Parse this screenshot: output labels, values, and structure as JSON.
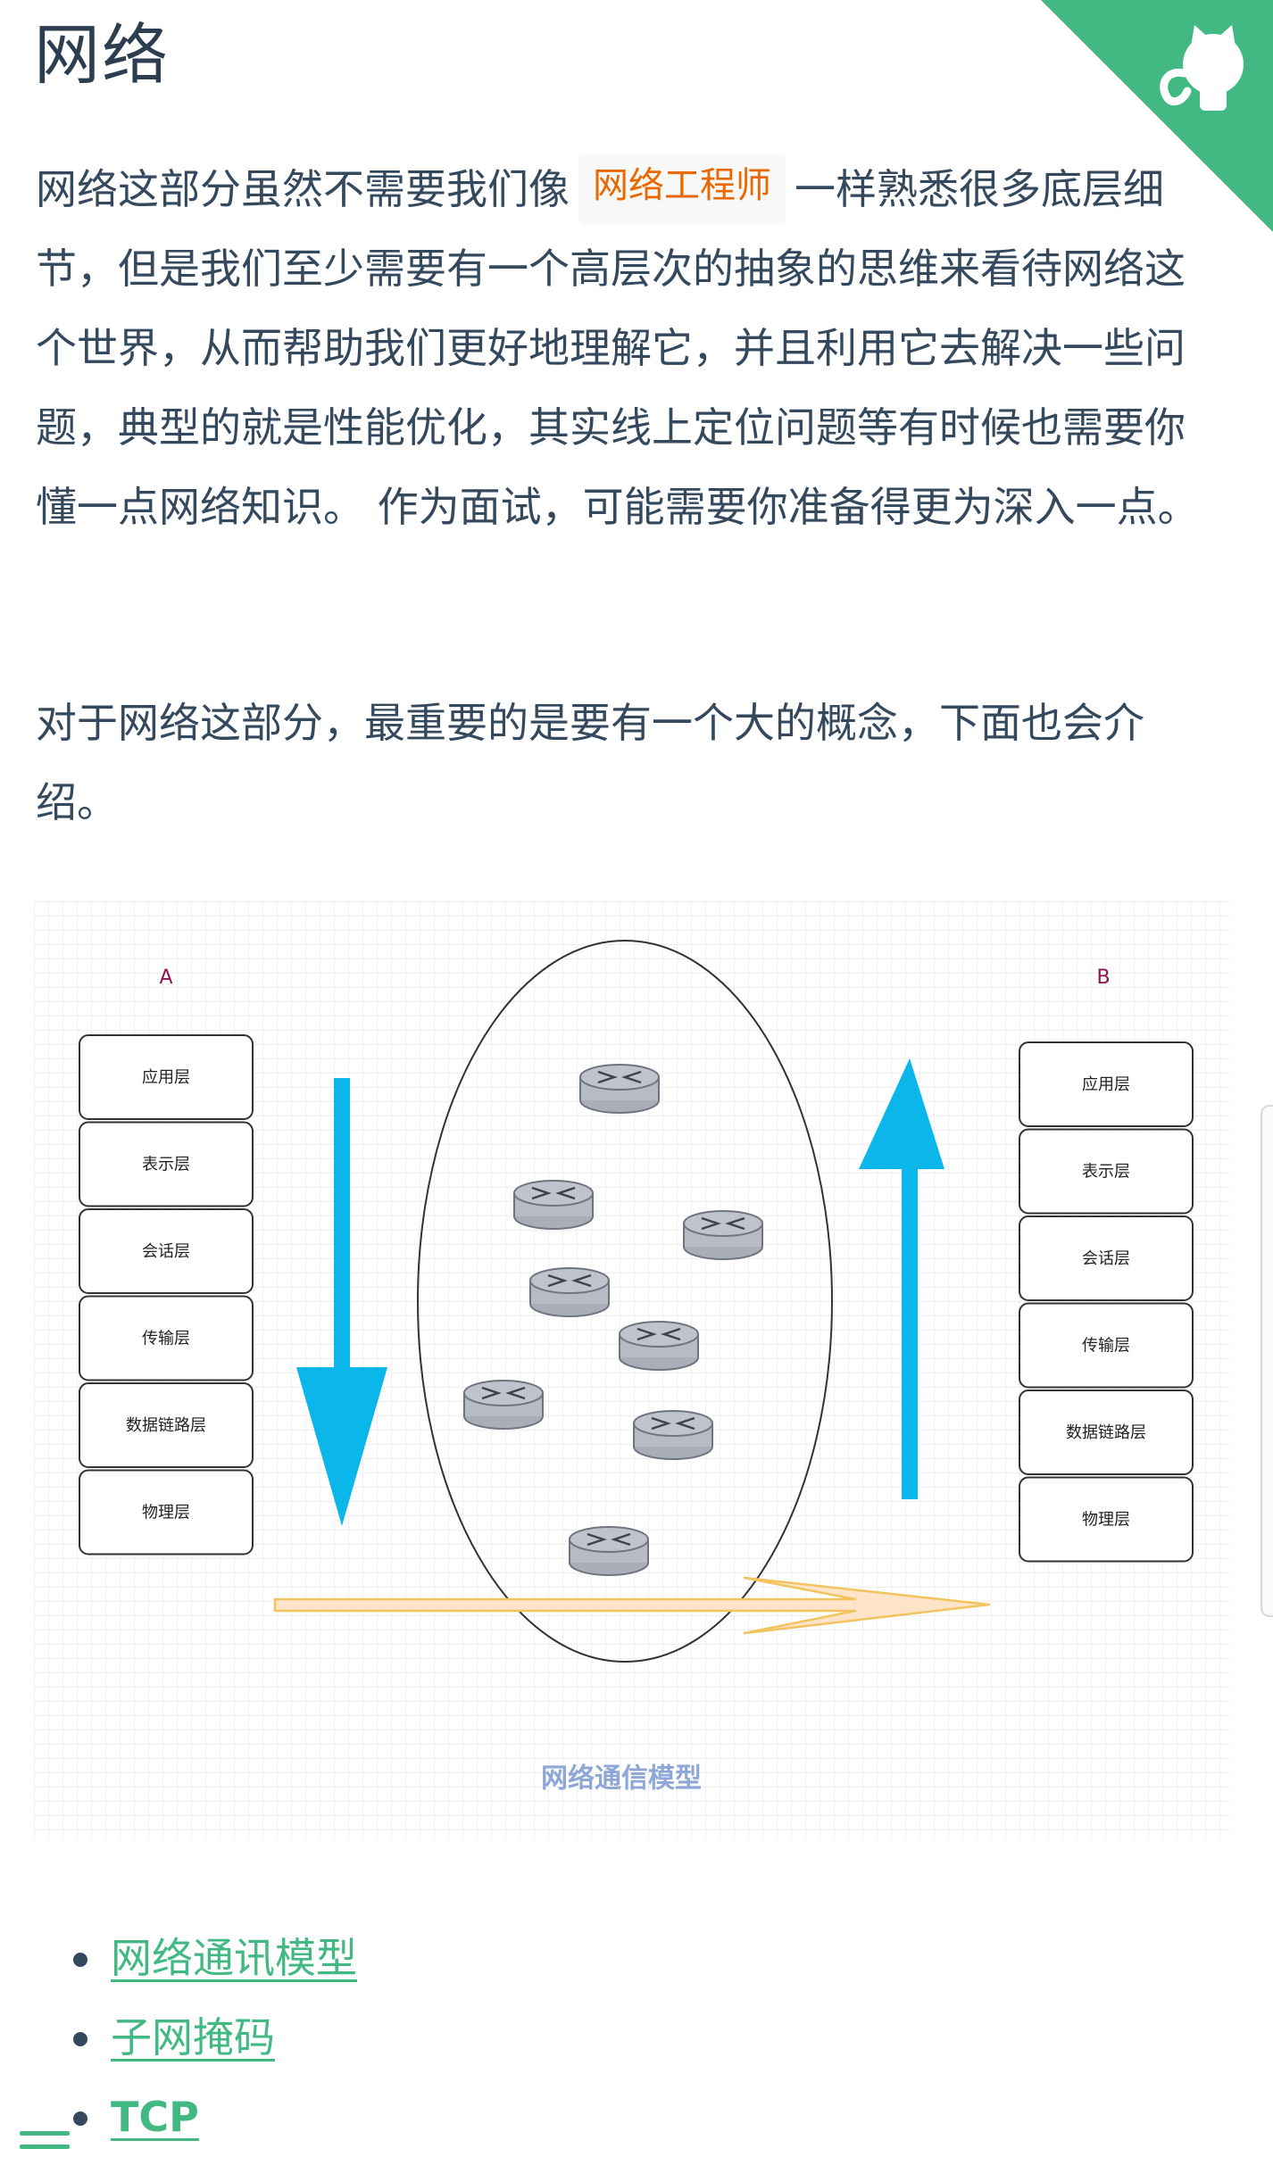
{
  "page": {
    "title": "网络",
    "paragraph1": {
      "before": "网络这部分虽然不需要我们像",
      "code": "网络工程师",
      "after": "一样熟悉很多底层细节，但是我们至少需要有一个高层次的抽象的思维来看待网络这个世界，从而帮助我们更好地理解它，并且利用它去解决一些问题，典型的就是性能优化，其实线上定位问题等有时候也需要你懂一点网络知识。 作为面试，可能需要你准备得更为深入一点。"
    },
    "paragraph2": "对于网络这部分，最重要的是要有一个大的概念，下面也会介绍。"
  },
  "diagram": {
    "host_a_label": "A",
    "host_b_label": "B",
    "layers": [
      "应用层",
      "表示层",
      "会话层",
      "传输层",
      "数据链路层",
      "物理层"
    ],
    "router_count": 8,
    "caption": "网络通信模型",
    "colors": {
      "arrow_vertical": "#0bb6ea",
      "arrow_horizontal_fill": "#fde4c8",
      "arrow_horizontal_stroke": "#f1c45e",
      "router_fill": "#bfc3cc",
      "label": "#8a1456",
      "caption": "#8ea7d6"
    }
  },
  "links": [
    {
      "label": "网络通讯模型",
      "bold": false
    },
    {
      "label": "子网掩码",
      "bold": false
    },
    {
      "label": "TCP",
      "bold": true
    }
  ],
  "theme": {
    "accent": "#42b983",
    "code_color": "#e96900"
  }
}
